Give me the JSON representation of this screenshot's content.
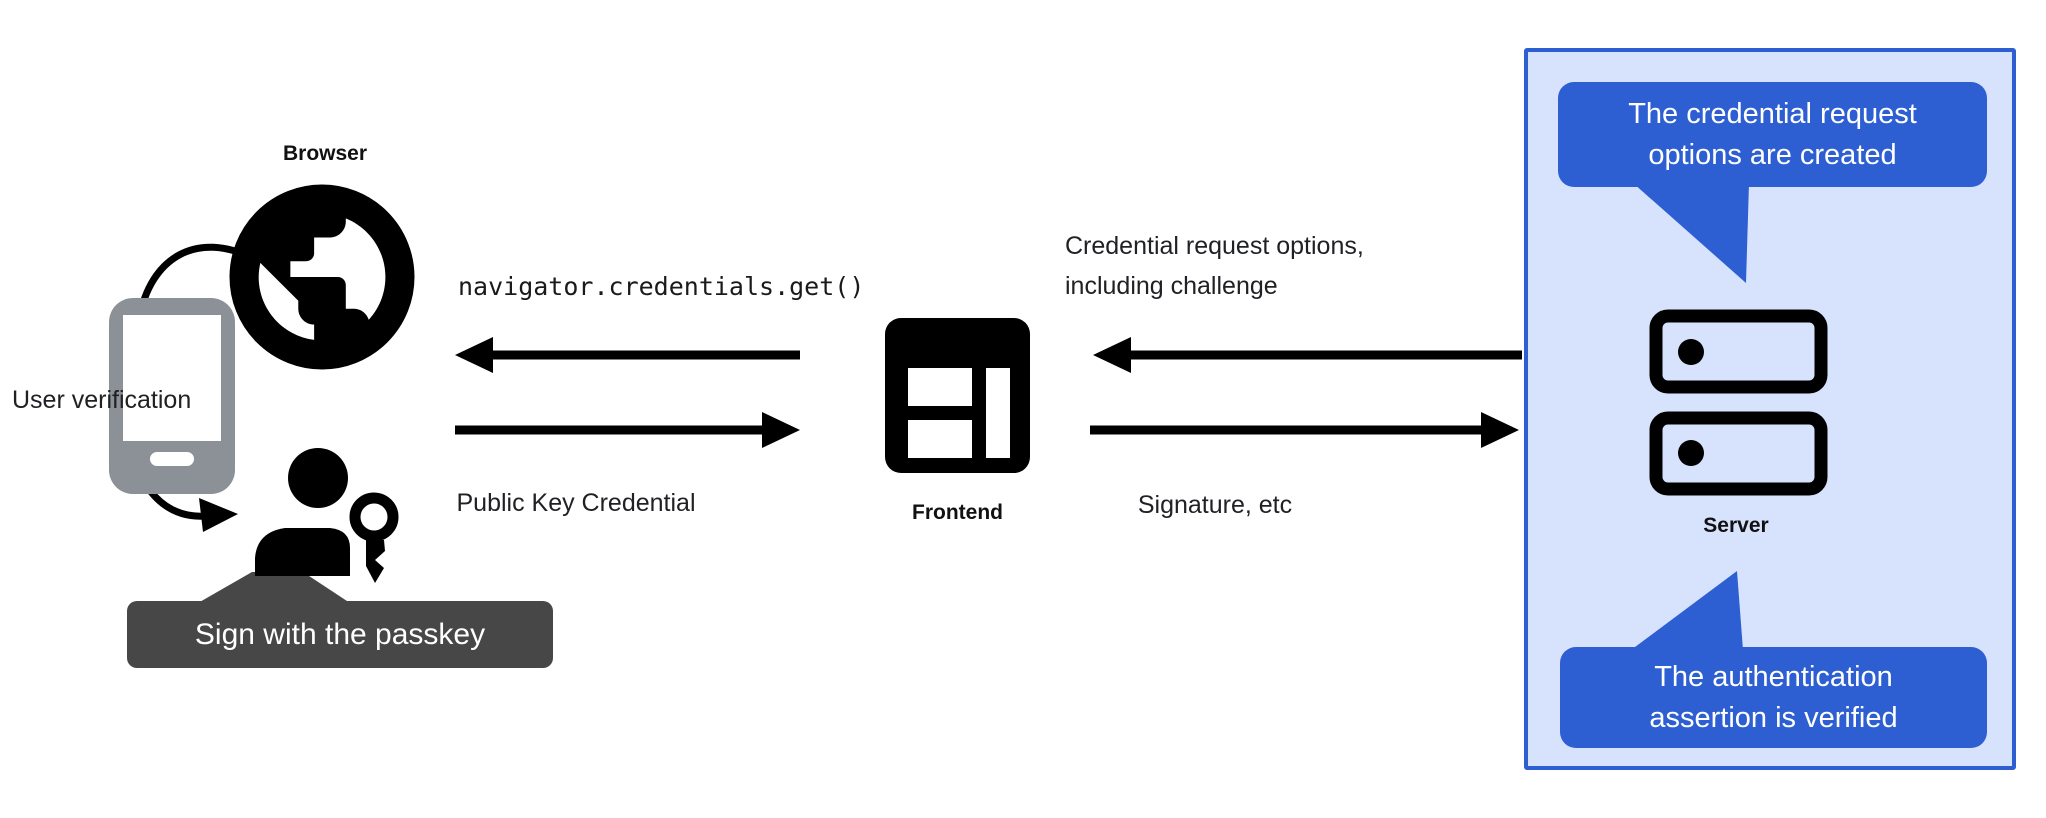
{
  "diagram": {
    "browser": {
      "label": "Browser",
      "user_verification_label": "User verification",
      "passkey_tooltip": "Sign with the passkey"
    },
    "frontend": {
      "label": "Frontend",
      "call_code": "navigator.credentials.get()",
      "public_key_label": "Public Key Credential"
    },
    "server": {
      "label": "Server",
      "request_line1": "Credential request options,",
      "request_line2": "including challenge",
      "signature_label": "Signature, etc",
      "bubble_top_line1": "The credential request",
      "bubble_top_line2": "options are created",
      "bubble_bottom_line1": "The authentication",
      "bubble_bottom_line2": "assertion is verified"
    },
    "icons": {
      "globe": "globe-icon",
      "phone": "smartphone-icon",
      "person": "person-icon",
      "key": "key-icon",
      "frontend": "web-window-icon",
      "server": "server-rack-icon"
    },
    "colors": {
      "accent_blue": "#2d5fd3",
      "panel_fill": "#d7e3fc",
      "tooltip_gray": "#474747",
      "phone_gray": "#8b9197",
      "ink": "#000000"
    }
  }
}
